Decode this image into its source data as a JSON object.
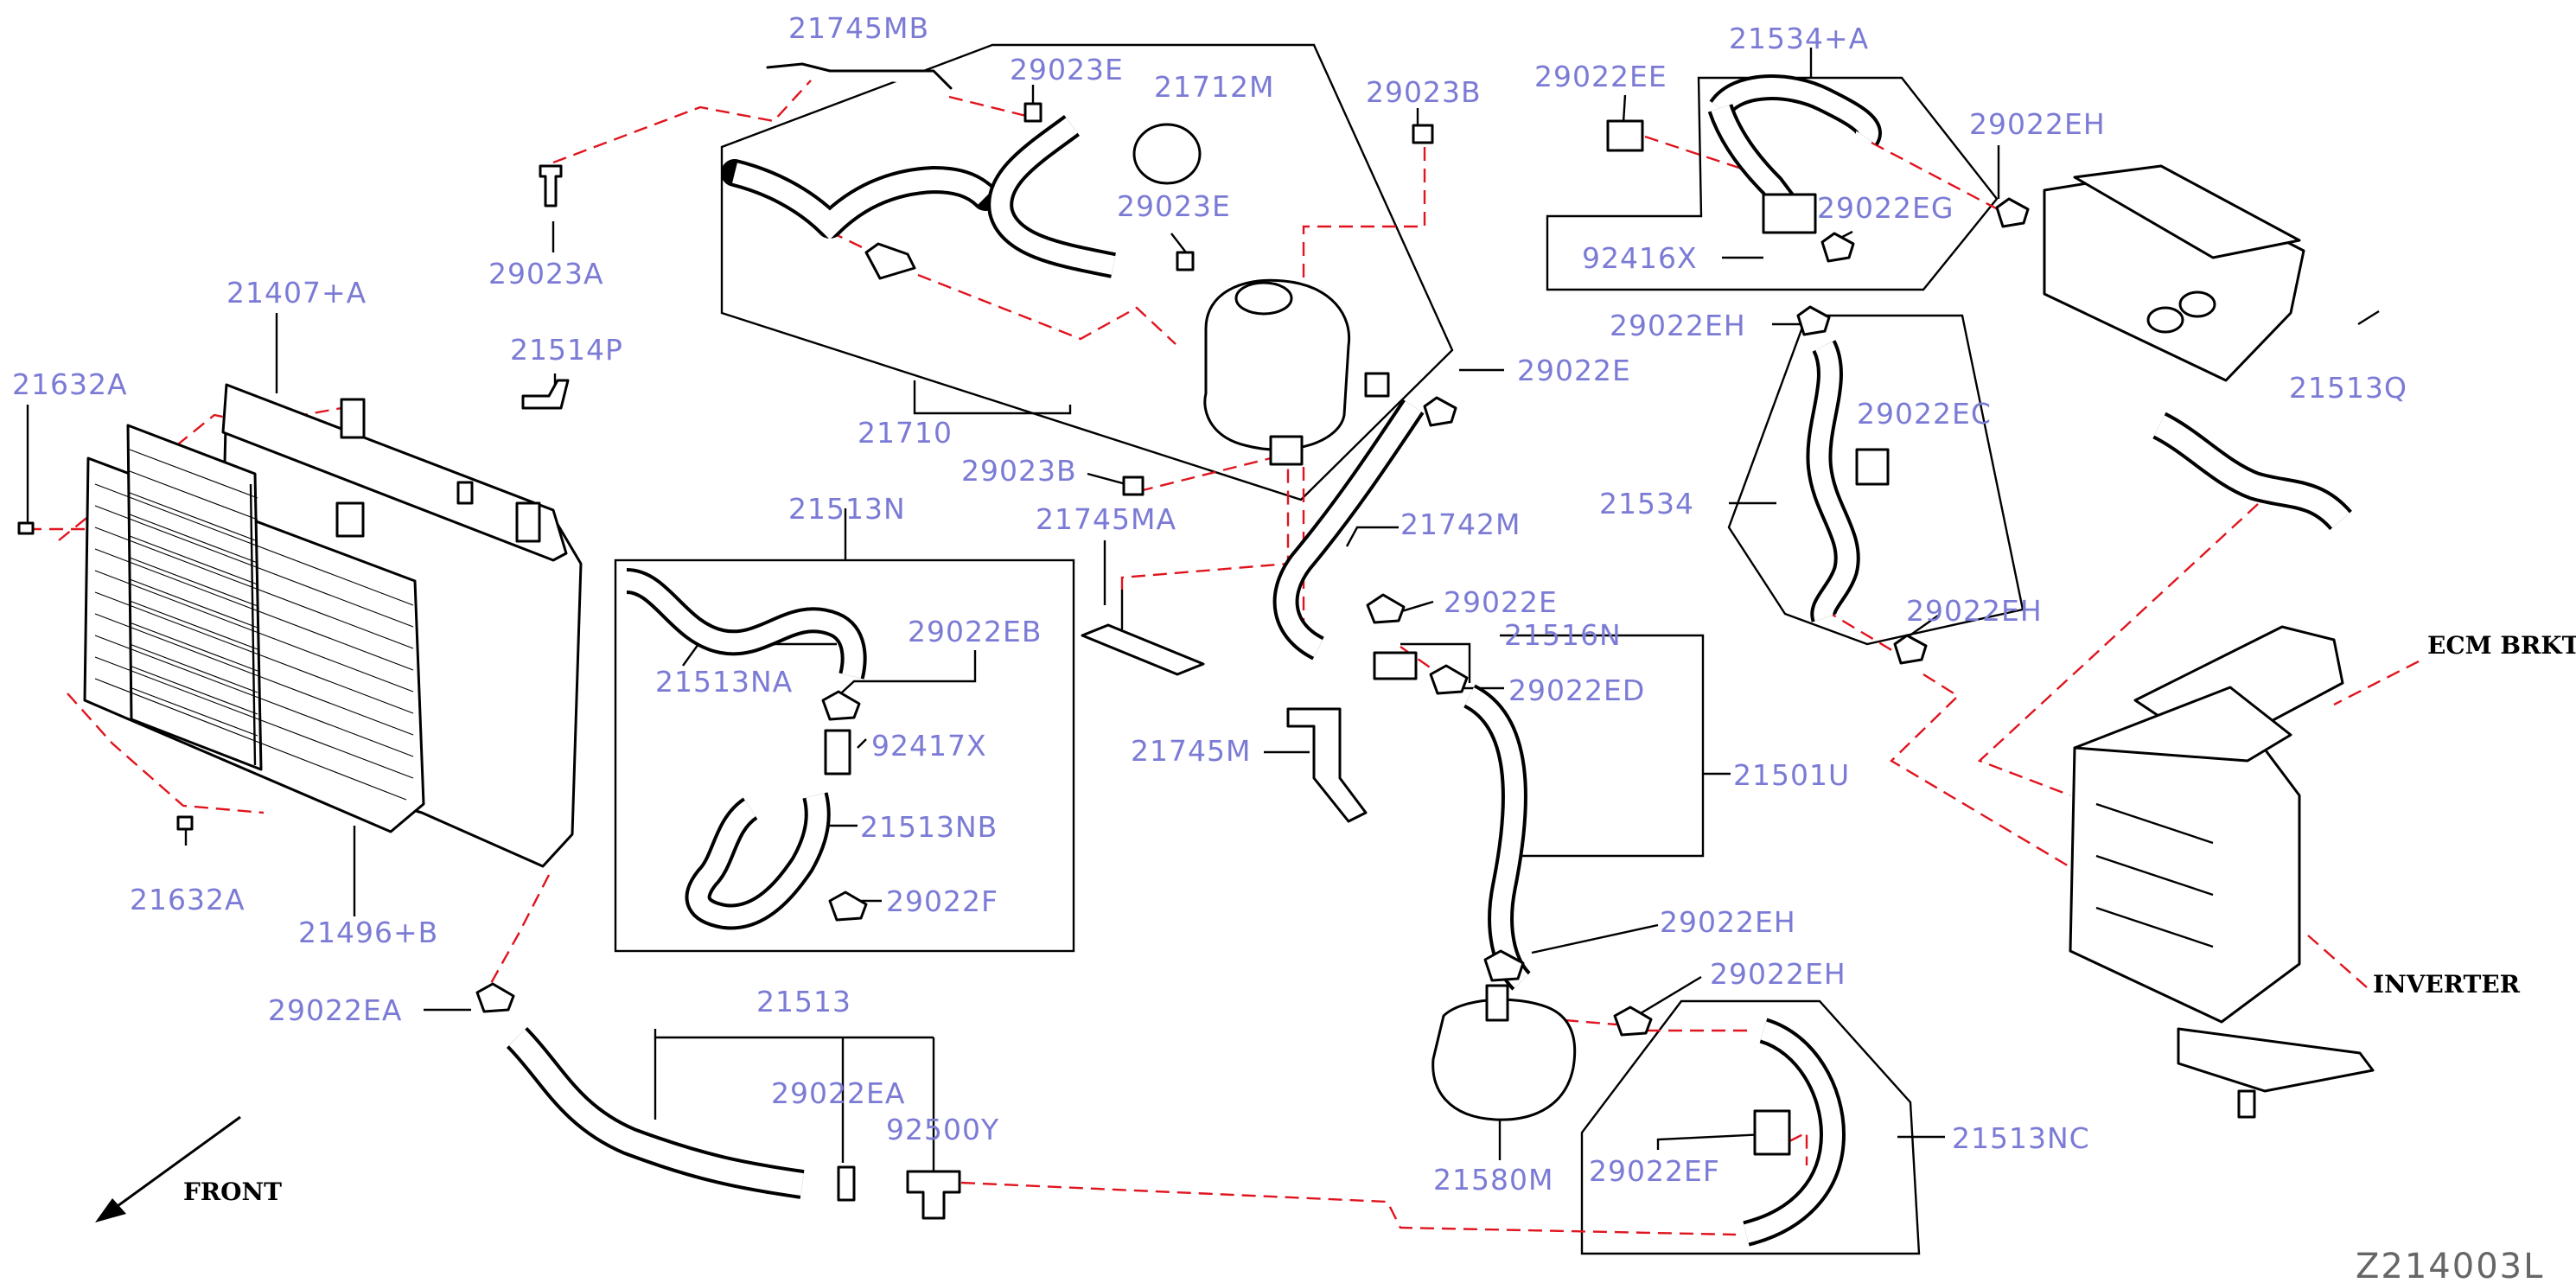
{
  "labels": {
    "p21745MB": "21745MB",
    "p29023E_1": "29023E",
    "p21712M": "21712M",
    "p29023B_1": "29023B",
    "p29022EE": "29022EE",
    "p21534A": "21534+A",
    "p29022EH_1": "29022EH",
    "p29023A": "29023A",
    "p29023E_2": "29023E",
    "p29022EG": "29022EG",
    "p92416X": "92416X",
    "p21407A": "21407+A",
    "p21514P": "21514P",
    "p29022EH_2": "29022EH",
    "p21632A_1": "21632A",
    "p29022E_1": "29022E",
    "p21513Q": "21513Q",
    "p21710": "21710",
    "p29023B_2": "29023B",
    "p29022EC": "29022EC",
    "p21513N": "21513N",
    "p21745MA": "21745MA",
    "p21534": "21534",
    "p21742M": "21742M",
    "p29022EB": "29022EB",
    "p21513NA": "21513NA",
    "p29022E_2": "29022E",
    "p29022EH_3": "29022EH",
    "p21516N": "21516N",
    "p92417X": "92417X",
    "p29022ED": "29022ED",
    "p21745M": "21745M",
    "p21501U": "21501U",
    "p21513NB": "21513NB",
    "p21632A_2": "21632A",
    "p29022F": "29022F",
    "p21496B": "21496+B",
    "p29022EH_4": "29022EH",
    "p29022EH_5": "29022EH",
    "p29022EA_1": "29022EA",
    "p21513": "21513",
    "p29022EA_2": "29022EA",
    "p92500Y": "92500Y",
    "p21513NC": "21513NC",
    "p29022EF": "29022EF",
    "p21580M": "21580M",
    "ecm": "ECM BRKT",
    "inverter": "INVERTER",
    "front": "FRONT",
    "ref": "Z214003L"
  },
  "colors": {
    "label": "#7b7bd6",
    "dashed_link": "#e0141e",
    "line": "#000000",
    "ref": "#666666"
  }
}
